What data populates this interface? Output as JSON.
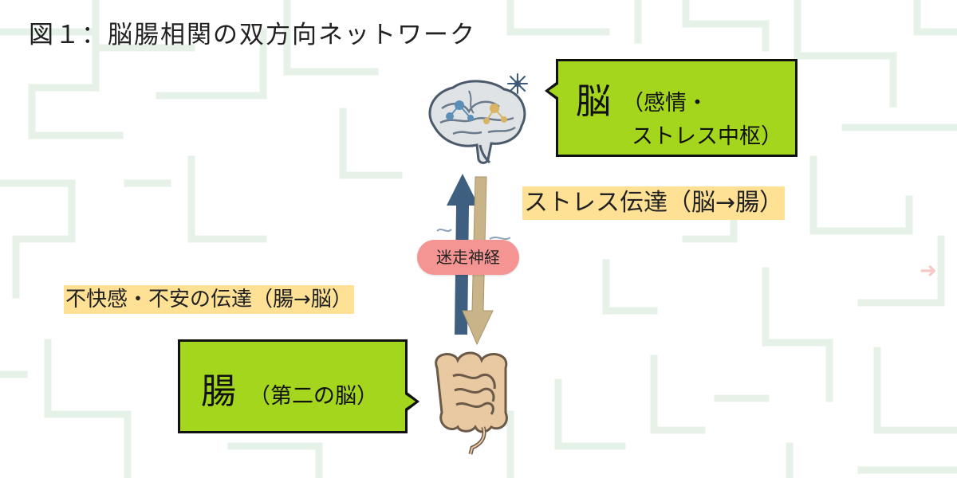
{
  "title": "図１：脳腸相関の双方向ネットワーク",
  "brain_callout": {
    "main": "脳",
    "sub_line1": "（感情・",
    "sub_line2": "ストレス中枢）"
  },
  "gut_callout": {
    "main": "腸",
    "sub": "（第二の脳）"
  },
  "labels": {
    "stress_down": "ストレス伝達（脳→腸）",
    "anxiety_up": "不快感・不安の伝達（腸→脳）",
    "vagus": "迷走神経"
  },
  "colors": {
    "callout_fill": "#a5d61e",
    "highlight": "#ffe196",
    "vagus_pill": "#f49593",
    "up_arrow": "#3f5f80",
    "down_arrow": "#c9b48a",
    "maze_lines": "#e6f2e8"
  },
  "icons": [
    "brain-icon",
    "intestine-icon",
    "sparkle-icon",
    "arrow-right-icon"
  ]
}
